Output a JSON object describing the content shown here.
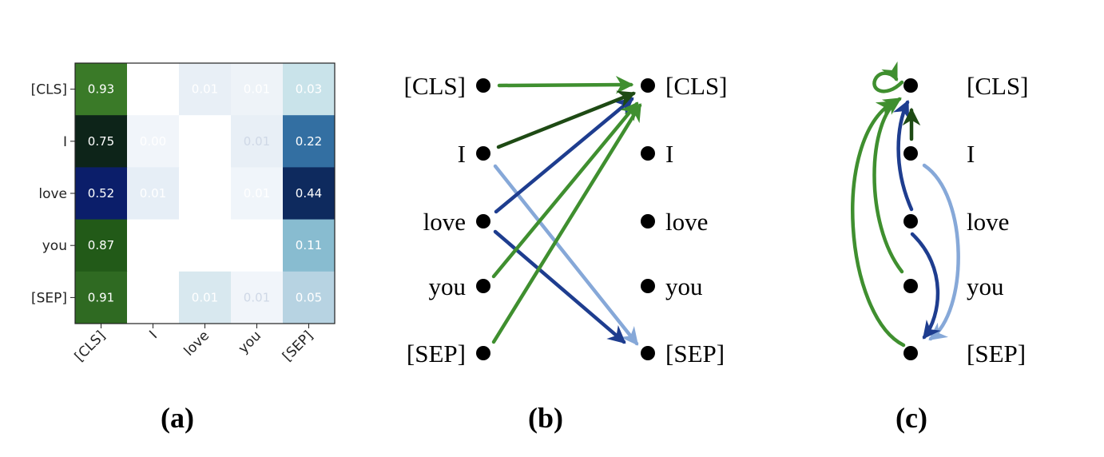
{
  "tokens": [
    "[CLS]",
    "I",
    "love",
    "you",
    "[SEP]"
  ],
  "colors": {
    "green": "#3f8f2f",
    "dark_green": "#1e4a14",
    "blue": "#1e3d8f",
    "light_blue": "#86a8d8"
  },
  "chart_data": {
    "type": "heatmap",
    "rows": [
      "[CLS]",
      "I",
      "love",
      "you",
      "[SEP]"
    ],
    "columns": [
      "[CLS]",
      "I",
      "love",
      "you",
      "[SEP]"
    ],
    "cells": [
      [
        "0.93",
        "",
        "0.01",
        "0.01",
        "0.03"
      ],
      [
        "0.75",
        "0.00",
        "",
        "0.01",
        "0.22"
      ],
      [
        "0.52",
        "0.01",
        "",
        "0.01",
        "0.44"
      ],
      [
        "0.87",
        "",
        "",
        "",
        "0.11"
      ],
      [
        "0.91",
        "",
        "0.01",
        "0.01",
        "0.05"
      ]
    ],
    "cell_colors": [
      [
        "#3a7a28",
        "#ffffff",
        "#e8eff6",
        "#eef3f8",
        "#c9e3ea"
      ],
      [
        "#0d2419",
        "#f1f5fa",
        "#ffffff",
        "#e8eff6",
        "#336fa2"
      ],
      [
        "#0b1e6a",
        "#e6eef6",
        "#ffffff",
        "#f0f5fa",
        "#0e2a5e"
      ],
      [
        "#225a18",
        "#ffffff",
        "#ffffff",
        "#ffffff",
        "#88bcd0"
      ],
      [
        "#2f6a22",
        "#ffffff",
        "#d8e8ef",
        "#f1f5fa",
        "#b7d3e2"
      ]
    ],
    "value_text_colors": [
      [
        "#ffffff",
        "#ffffff",
        "#ffffff",
        "#ffffff",
        "#ffffff"
      ],
      [
        "#ffffff",
        "#ffffff",
        "#ffffff",
        "#cfd8e6",
        "#ffffff"
      ],
      [
        "#ffffff",
        "#ffffff",
        "#ffffff",
        "#ffffff",
        "#ffffff"
      ],
      [
        "#ffffff",
        "#ffffff",
        "#ffffff",
        "#ffffff",
        "#ffffff"
      ],
      [
        "#ffffff",
        "#ffffff",
        "#ffffff",
        "#cfd8e6",
        "#ffffff"
      ]
    ]
  },
  "panel_b": {
    "edges": [
      {
        "from": "[CLS]",
        "to": "[CLS]",
        "color": "green"
      },
      {
        "from": "I",
        "to": "[CLS]",
        "color": "dark_green"
      },
      {
        "from": "I",
        "to": "[SEP]",
        "color": "light_blue"
      },
      {
        "from": "love",
        "to": "[CLS]",
        "color": "blue"
      },
      {
        "from": "love",
        "to": "[SEP]",
        "color": "blue"
      },
      {
        "from": "you",
        "to": "[CLS]",
        "color": "green"
      },
      {
        "from": "[SEP]",
        "to": "[CLS]",
        "color": "green"
      }
    ]
  },
  "panel_c": {
    "edges": [
      {
        "from": "[CLS]",
        "to": "[CLS]",
        "color": "green"
      },
      {
        "from": "I",
        "to": "[CLS]",
        "color": "dark_green"
      },
      {
        "from": "I",
        "to": "[SEP]",
        "color": "light_blue"
      },
      {
        "from": "love",
        "to": "[CLS]",
        "color": "blue"
      },
      {
        "from": "love",
        "to": "[SEP]",
        "color": "blue"
      },
      {
        "from": "you",
        "to": "[CLS]",
        "color": "green"
      },
      {
        "from": "[SEP]",
        "to": "[CLS]",
        "color": "green"
      }
    ]
  },
  "labels": {
    "a": "(a)",
    "b": "(b)",
    "c": "(c)"
  }
}
